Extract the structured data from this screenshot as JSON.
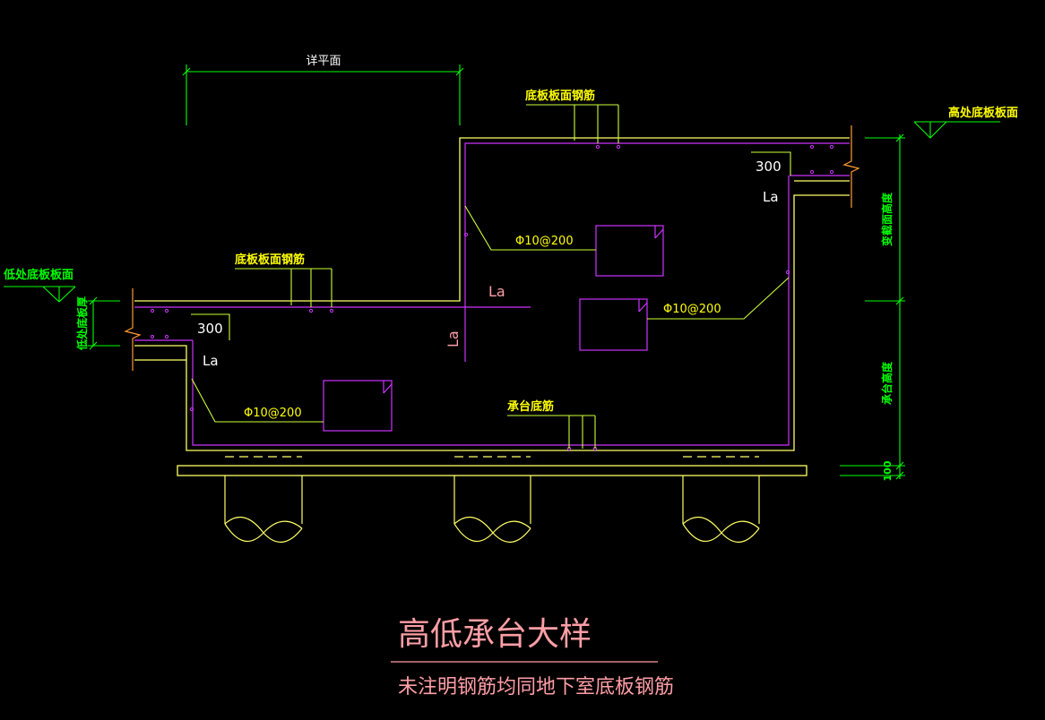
{
  "title": "高低承台大样",
  "subtitle": "未注明钢筋均同地下室底板钢筋",
  "labels": {
    "see_plan": "详平面",
    "top_slab_face_rebar_upper": "底板板面钢筋",
    "top_slab_face_rebar_lower": "底板板面钢筋",
    "high_slab_surface": "高处底板板面",
    "low_slab_surface": "低处底板板面",
    "low_slab_thickness": "低处底板厚",
    "variable_section_height": "变截面高度",
    "pile_cap_height": "承台高度",
    "cushion_100": "100",
    "pile_cap_bottom_rebar": "承台底筋",
    "dim_300_right": "300",
    "dim_300_left": "300",
    "la_right": "La",
    "la_left": "La",
    "la_step_h": "La",
    "la_step_v": "La",
    "rebar_spec_top": "Φ10@200",
    "rebar_spec_mid": "Φ10@200",
    "rebar_spec_low": "Φ10@200"
  },
  "colors": {
    "background": "#000000",
    "outline": "#ffff66",
    "rebar": "#cc33ff",
    "dimension": "#00ff00",
    "annotation": "#ffff00",
    "break_mark": "#ff9933",
    "title": "#ff9ea6",
    "white": "#ffffff"
  }
}
